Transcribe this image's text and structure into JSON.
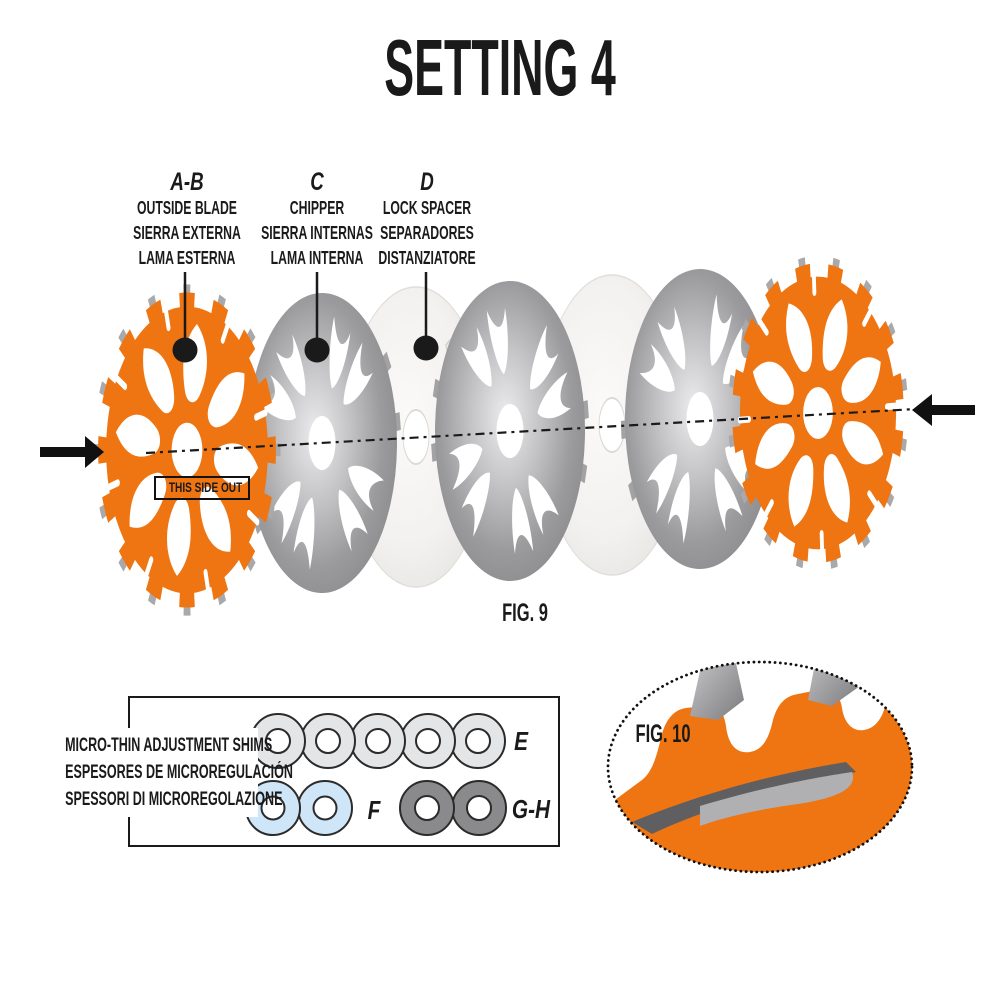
{
  "title": "SETTING 4",
  "figure9": {
    "caption": "FIG. 9",
    "callouts": [
      {
        "letter": "A-B",
        "line1": "OUTSIDE BLADE",
        "line2": "SIERRA EXTERNA",
        "line3": "LAMA ESTERNA"
      },
      {
        "letter": "C",
        "line1": "CHIPPER",
        "line2": "SIERRA INTERNAS",
        "line3": "LAMA INTERNA"
      },
      {
        "letter": "D",
        "line1": "LOCK SPACER",
        "line2": "SEPARADORES",
        "line3": "DISTANZIATORE"
      }
    ],
    "blade_marking": "THIS SIDE OUT",
    "stack_order": [
      "outside-blade",
      "chipper",
      "lock-spacer",
      "chipper",
      "lock-spacer",
      "chipper",
      "outside-blade"
    ]
  },
  "figure10": {
    "caption": "FIG. 10"
  },
  "shim_panel": {
    "heading_line1": "MICRO-THIN ADJUSTMENT SHIMS",
    "heading_line2": "ESPESORES DE MICROREGULACIÓN",
    "heading_line3": "SPESSORI DI MICROREGOLAZIONE",
    "rows": [
      {
        "label": "E",
        "count": 5
      },
      {
        "label": "F",
        "count": 2
      },
      {
        "label": "G-H",
        "count": 2
      }
    ]
  },
  "colors": {
    "orange": "#EE7512",
    "steel_gray": "#9B9B9D",
    "tooth_gray": "#A9A9AB",
    "spacer_white": "#F3F1EF",
    "shim_light": "#E4E5E7",
    "shim_blue": "#CFE6F8",
    "shim_dark": "#8A8A8C",
    "ink": "#1A1A1A"
  }
}
